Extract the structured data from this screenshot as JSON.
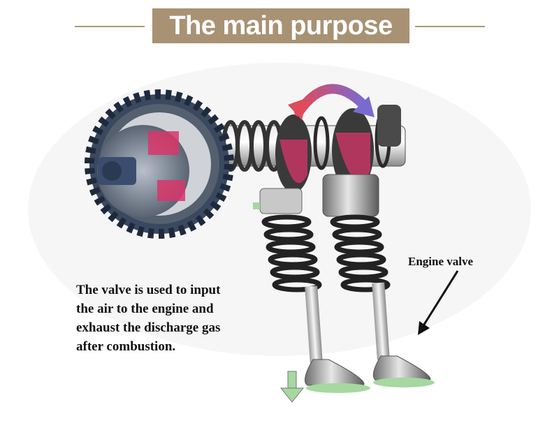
{
  "title": "The main purpose",
  "description": {
    "lines": [
      "The valve is used to input",
      "the air to the engine and",
      "exhaust the discharge gas",
      "after combustion."
    ]
  },
  "label": "Engine valve",
  "colors": {
    "title_bg": "#a89273",
    "title_line": "#a89880",
    "cam_pink": "#d9356a",
    "arrow_purple": "#7a6ad0",
    "arrow_red": "#e04a5a",
    "valve_green": "#a6d8a0",
    "gear_blue": "#2a3a52"
  },
  "icons": [
    "rotation-arrow-icon",
    "airflow-arrow-icon",
    "pointer-arrow-icon"
  ]
}
